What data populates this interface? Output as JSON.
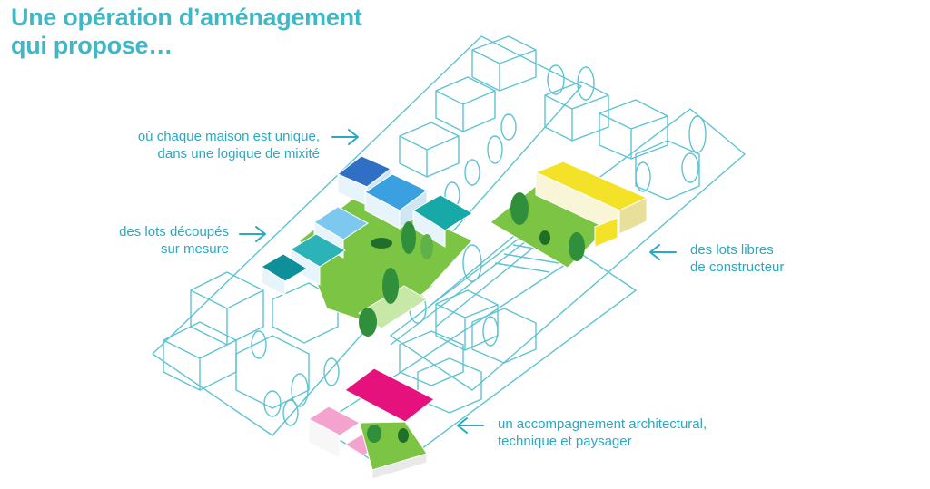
{
  "title": {
    "line1": "Une opération d’aménagement",
    "line2": "qui propose…"
  },
  "annotations": [
    {
      "line1": "où chaque maison est unique,",
      "line2": "dans une logique de mixité"
    },
    {
      "line1": "des lots découpés",
      "line2": "sur mesure"
    },
    {
      "line1": "des lots libres",
      "line2": "de constructeur"
    },
    {
      "line1": "un accompagnement architectural,",
      "line2": "technique et paysager"
    }
  ],
  "colors": {
    "outline": "#5ec3d2",
    "title": "#3fb8c6",
    "label": "#2aa9c0",
    "blue_dark": "#2f6fc4",
    "blue_mid": "#3aa0e0",
    "blue_light": "#7cc8ef",
    "teal": "#17a8a8",
    "green": "#7cc444",
    "green_dark": "#2f8f3a",
    "yellow": "#f3e227",
    "magenta": "#e5127d",
    "pink": "#f4a3cf"
  }
}
